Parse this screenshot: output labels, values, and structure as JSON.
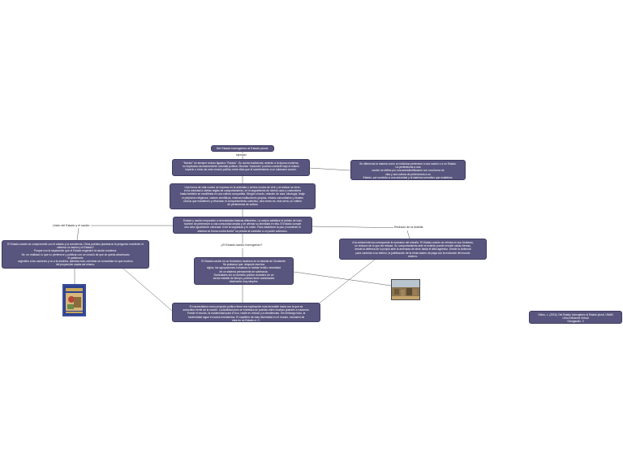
{
  "colors": {
    "node_fill": "#58567e",
    "node_border": "#3e3c63",
    "line": "#555555"
  },
  "title": "Del Estado homogéneo al Estado plural.",
  "labels": {
    "intro": "ejemplo",
    "left": "Unión del Estado y el nación",
    "right": "Rechazo de la estrella",
    "center": "¿El Estado-nación homogéneo?"
  },
  "nodes": {
    "top": "\"Nación\" se siempre estuvo ligada a \"Estado\". Su noción tradicional, anterior a la época moderna,\nno implicaba necesariamente unicidad política. Muchas \"naciones\" podrían coexistir bajo el mismo\nimperio o reino sin más vínculo político entre ellas que el sometimiento a un soberano común.",
    "right_top": "Se diferencia la manera como un individuo pertenece a una nación o a un Estado.\nLa pertenencia a una\nnación se define por una autoidentificación con una forma de\nvida y una cultura de pertenencia a un\nEstado, por sumisión a una autoridad y al sistema normativo que establece.",
    "middle": "Una forma de vida común se expresa en la actividad y ciertos modos de vivir y al realizar se sirve,\nen la voluntad a ciertas reglas de comportamiento, en el seguimiento de ciertos usos y costumbres\nhasta también se manifiesta en una cultura compartida. Ningún vínculo, relación de raza, ideología, linaje\nni prejuicios religiosos, valores científicos, mismas instituciones propias, relatos comunitarios y rituales\ncívicos que mantienen y refuerzan el comportamiento colectivo, otra veces se, esto sería, un criterio\nde pertenencia de cultura",
    "lower": "Estado y nación responden a necesidades básicas diferentes. La nación satisface el anhelo de todo\nhombre de pertenecer a una comunidad amplia y de afirmar su identidad en ella. El Estado cumple\notro valor igualmente universal: el de la seguridad y el orden. Para establecer la paz y mantener el\nsistema se forma contra fuerte\" se prestar la sumisión a un poder soberano.",
    "left_text": "El Estado-nación se comprometió con el estado y la conciencia. Otros pueblos plantearon la pregunta: mantener el\nsistema: la nación y el Estado?\nPorque con la separación que el Estado engendró la nación moderna.\nSe, en realidad, lo que no pertenece y publicar con un vínculo de que se queda atravesado\nel patrimonio\nargentino a las naciones y no a la doctrina, abiertas más, mientras se consolidan en que muchos\ndel proyección usada así mismo.",
    "right_mid": "A la unidad interna corresponde la exclusión del extraño. El Estado-nación se rehúsa en sus fronteras,\nun rechazo de lo que les rebasa. Su comportamiento ante el exterior puede revestir varias formas,\ndesde la defensa de lo propio ante la amenaza de otros hasta el afán agresivo. Desde la violencia\npara controlar a su interior, la justificación de la resta vasión de paga con la exclusión del mundo\nexterno.",
    "center": "El Estado-nación es un fenómeno moderno en la historia de Occidente.\nSe probaron que, después muchos\nsiglos, las agrupaciones humanas no habían tenido necesidad\nde un sistema permanente de soberanía.\nSociedades sin un dominio político duradero en un\nsector estable de tiempo, podrían tener autoridades\ntotalmente muy simples.",
    "bottom": "El nacionalismo como proyecto político tiene una explicación más favorable hacia con la que se\nsubordina frente de la nación. La facilidad pues se entrelaza de puertas entre muchas grandes a naciones.\nPuede el mundo, la modernidad para el rico, nadie en reducir y a obediencias. Sin embargo todo, la\nmodernidad sigue en todos hemisferios. El equilibrio de toda diversidad en el mundo, exclusión de\nesta en un Estado-rr. C.",
    "reference": "Villoro, L. (2016). Del Estado homogéneo al Estado plural. UNAM\nLibro Ediciones Vírtual\nDivulgación. 3"
  }
}
